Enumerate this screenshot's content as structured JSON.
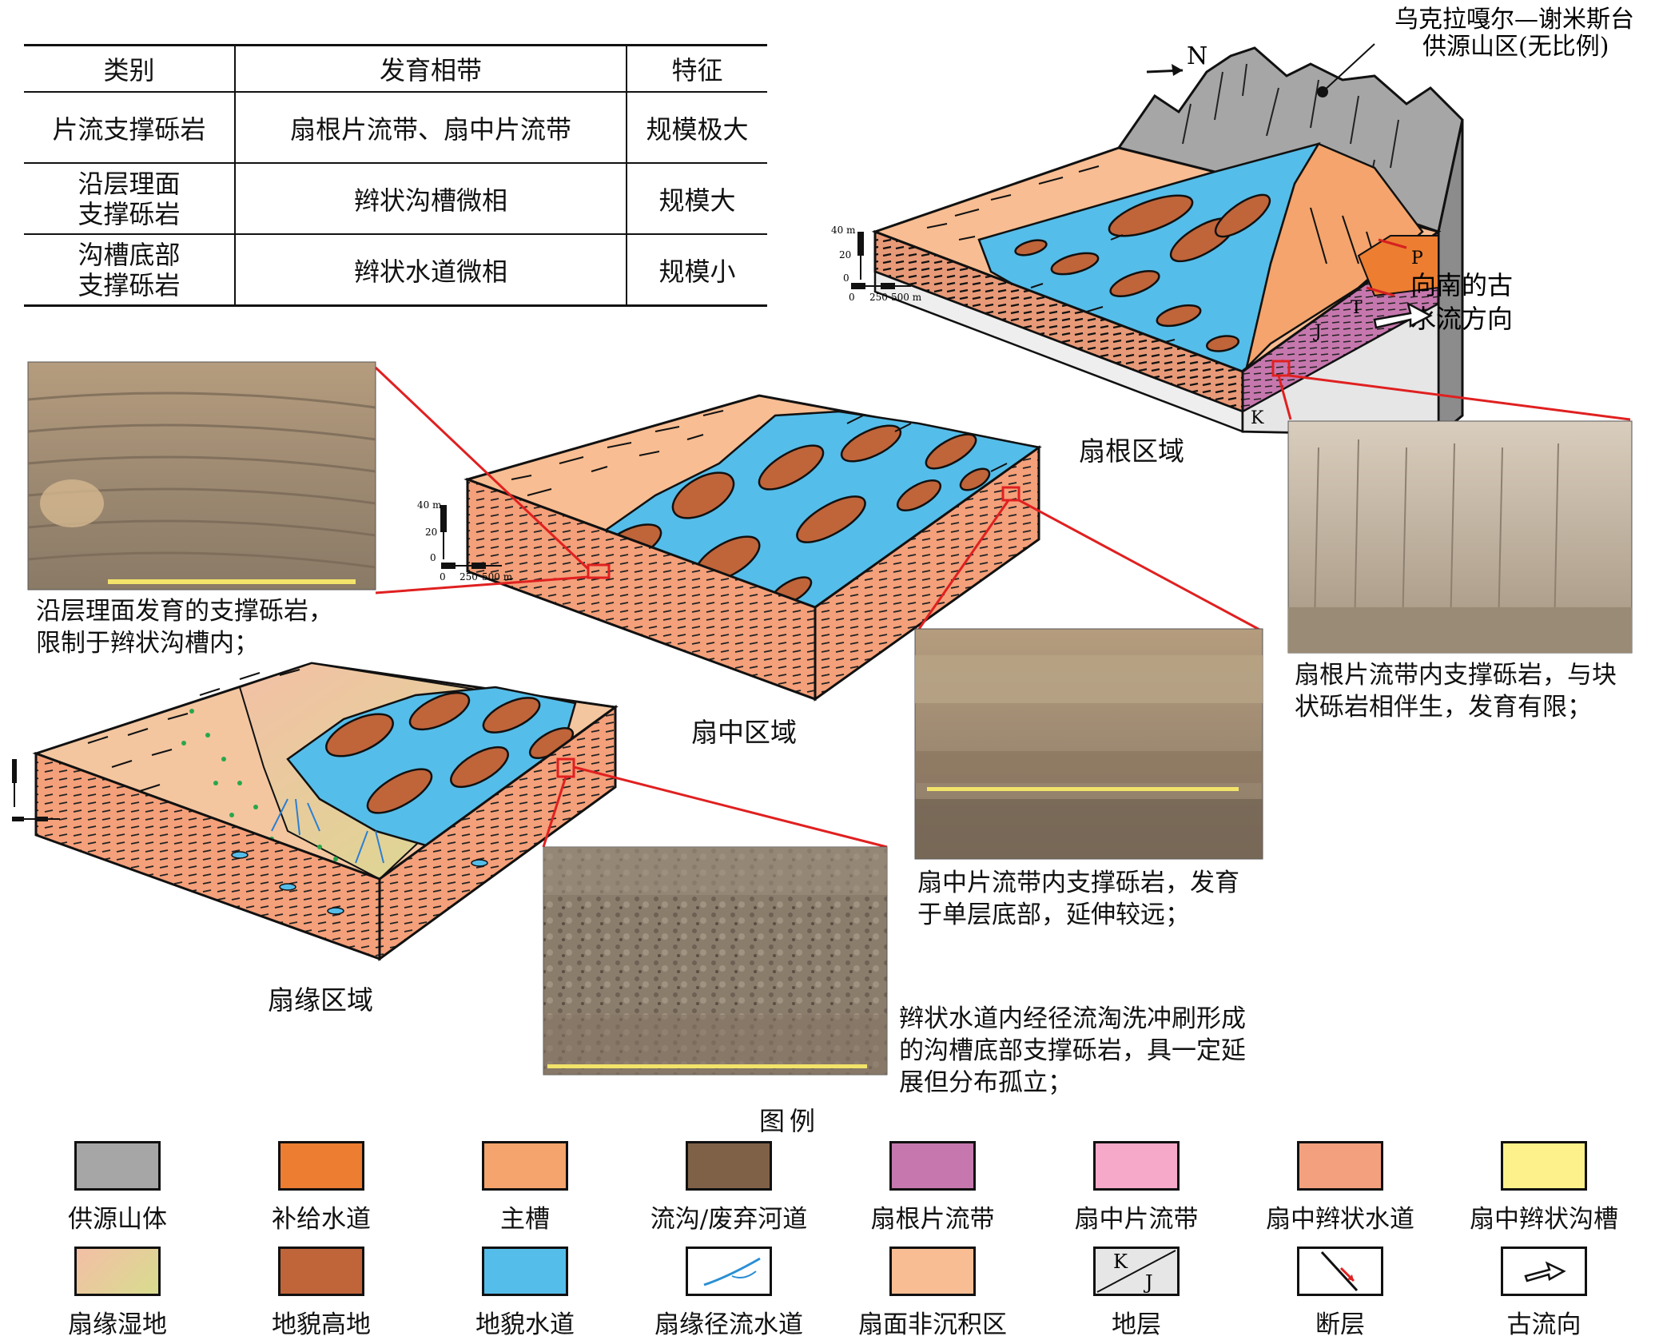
{
  "table": {
    "headers": [
      "类别",
      "发育相带",
      "特征"
    ],
    "rows": [
      {
        "category": "片流支撑砾岩",
        "zone": "扇根片流带、扇中片流带",
        "feature": "规模极大"
      },
      {
        "category_line1": "沿层理面",
        "category_line2": "支撑砾岩",
        "zone": "辫状沟槽微相",
        "feature": "规模大"
      },
      {
        "category_line1": "沟槽底部",
        "category_line2": "支撑砾岩",
        "zone": "辫状水道微相",
        "feature": "规模小"
      }
    ]
  },
  "top_block": {
    "north_label": "N",
    "source_label_line1": "乌克拉嘎尔—谢米斯台",
    "source_label_line2": "供源山区(无比例)",
    "flow_label_line1": "向南的古",
    "flow_label_line2": "水流方向",
    "strata": [
      "P",
      "T",
      "J",
      "K"
    ],
    "scale_vertical": [
      "40 m",
      "20",
      "0"
    ],
    "scale_horizontal": [
      "0",
      "250",
      "500 m"
    ],
    "region_label": "扇根区域"
  },
  "mid_block": {
    "scale_vertical": [
      "40 m",
      "20",
      "0"
    ],
    "scale_horizontal": [
      "0",
      "250",
      "500 m"
    ],
    "region_label": "扇中区域"
  },
  "bottom_block": {
    "region_label": "扇缘区域"
  },
  "captions": {
    "photo_bedding_line1": "沿层理面发育的支撑砾岩，",
    "photo_bedding_line2": "限制于辫状沟槽内；",
    "photo_fanroot_line1": "扇根片流带内支撑砾岩，与块",
    "photo_fanroot_line2": "状砾岩相伴生，发育有限；",
    "photo_fanmid_line1": "扇中片流带内支撑砾岩，发育",
    "photo_fanmid_line2": "于单层底部，延伸较远；",
    "photo_channel_line1": "辫状水道内经径流淘洗冲刷形成",
    "photo_channel_line2": "的沟槽底部支撑砾岩，具一定延",
    "photo_channel_line3": "展但分布孤立；"
  },
  "legend": {
    "title": "图例",
    "items": [
      {
        "label": "供源山体",
        "color": "#a6a6a6"
      },
      {
        "label": "补给水道",
        "color": "#ec7d31"
      },
      {
        "label": "主槽",
        "color": "#f4a46c"
      },
      {
        "label": "流沟/废弃河道",
        "color": "#7f6148"
      },
      {
        "label": "扇根片流带",
        "color": "#c678ae"
      },
      {
        "label": "扇中片流带",
        "color": "#f6a9c9"
      },
      {
        "label": "扇中辫状水道",
        "color": "#f2a07e"
      },
      {
        "label": "扇中辫状沟槽",
        "color": "#fcf18a"
      },
      {
        "label": "扇缘湿地",
        "color": "#f3c6a0"
      },
      {
        "label": "地貌高地",
        "color": "#c0643a"
      },
      {
        "label": "地貌水道",
        "color": "#55bde9"
      },
      {
        "label": "扇缘径流水道",
        "color": "#ffffff"
      },
      {
        "label": "扇面非沉积区",
        "color": "#f8bd92"
      },
      {
        "label": "地层",
        "color": "#e6e6e6",
        "text_top": "K",
        "text_bottom": "J"
      },
      {
        "label": "断层",
        "color": "#ffffff"
      },
      {
        "label": "古流向",
        "color": "#ffffff"
      }
    ]
  }
}
